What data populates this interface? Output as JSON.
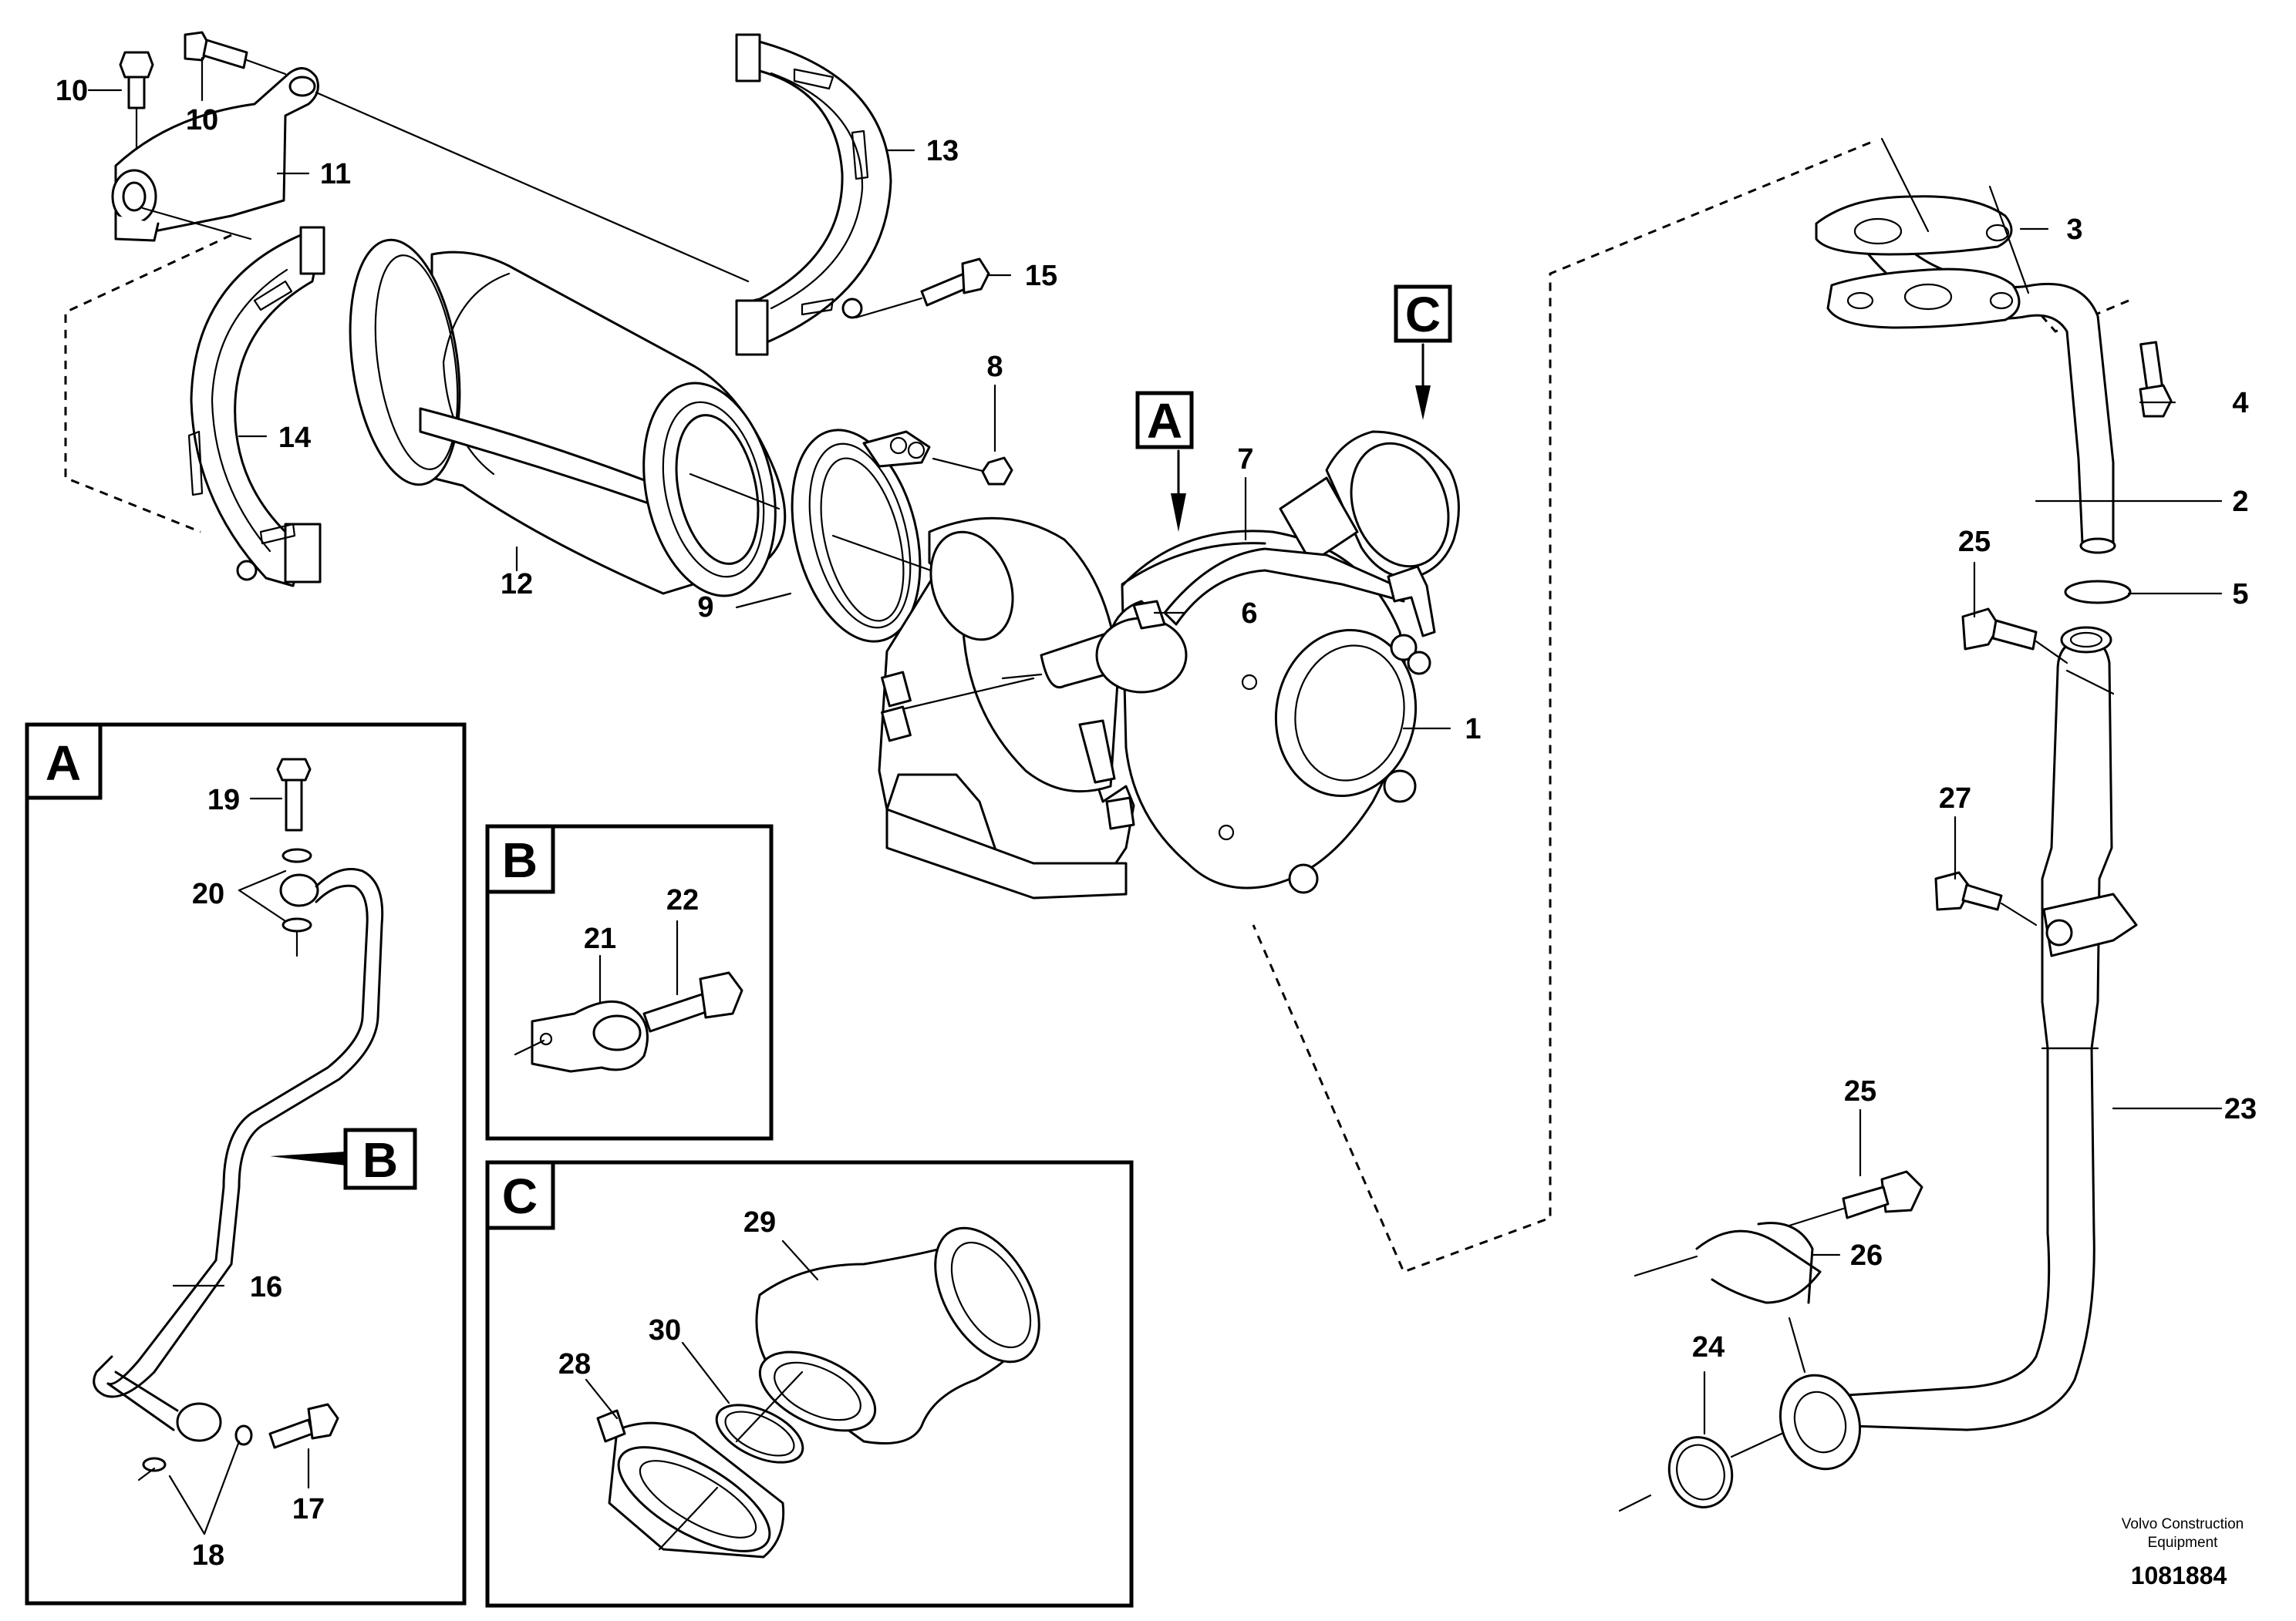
{
  "callouts": {
    "c1": "1",
    "c2": "2",
    "c3": "3",
    "c4": "4",
    "c5": "5",
    "c6": "6",
    "c7": "7",
    "c8": "8",
    "c9": "9",
    "c10a": "10",
    "c10b": "10",
    "c11": "11",
    "c12": "12",
    "c13": "13",
    "c14": "14",
    "c15": "15",
    "c16": "16",
    "c17": "17",
    "c18": "18",
    "c19": "19",
    "c20": "20",
    "c21": "21",
    "c22": "22",
    "c23": "23",
    "c24": "24",
    "c25a": "25",
    "c25b": "25",
    "c26": "26",
    "c27": "27",
    "c28": "28",
    "c29": "29",
    "c30": "30"
  },
  "view_labels": {
    "main_a": "A",
    "main_c": "C",
    "detail_b_pointer": "B",
    "panel_a": "A",
    "panel_b": "B",
    "panel_c": "C"
  },
  "footer": {
    "brand_line1": "Volvo Construction",
    "brand_line2": "Equipment",
    "doc_number": "1081884"
  }
}
